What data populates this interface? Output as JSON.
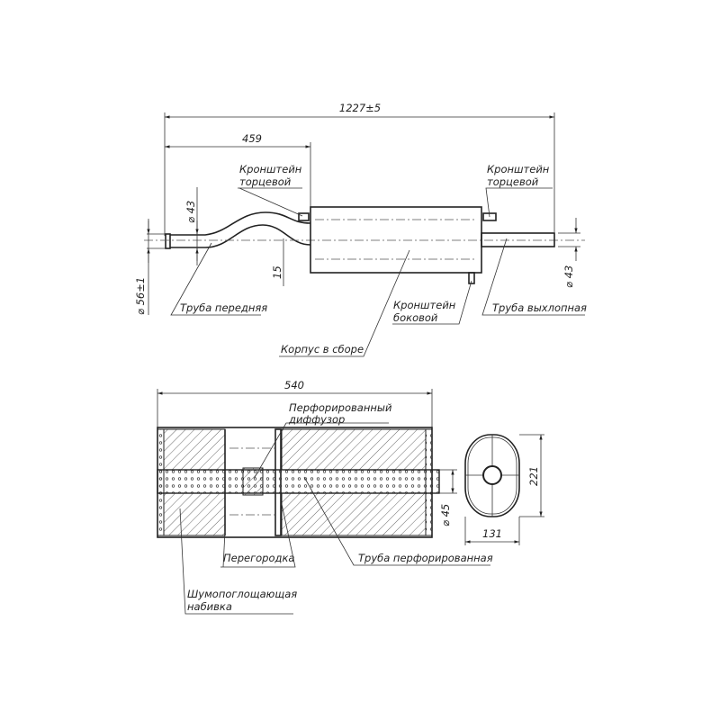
{
  "top_view": {
    "dim_total": "1227±5",
    "dim_front": "459",
    "dim_d43_front": "⌀ 43",
    "dim_d56": "⌀ 56±1",
    "dim_15": "15",
    "dim_d43_rear": "⌀ 43",
    "bracket_end_left": [
      "Кронштейн",
      "торцевой"
    ],
    "bracket_end_right": [
      "Кронштейн",
      "торцевой"
    ],
    "bracket_side": [
      "Кронштейн",
      "боковой"
    ],
    "front_pipe": "Труба передняя",
    "exhaust_pipe": "Труба выхлопная",
    "body_assembly": "Корпус в сборе"
  },
  "section_view": {
    "dim_length": "540",
    "dim_d45": "⌀ 45",
    "dim_height": "221",
    "dim_width": "131",
    "diffuser": [
      "Перфорированный",
      "диффузор"
    ],
    "partition": "Перегородка",
    "perforated_pipe": "Труба перфорированная",
    "packing": [
      "Шумопоглощающая",
      "набивка"
    ]
  }
}
